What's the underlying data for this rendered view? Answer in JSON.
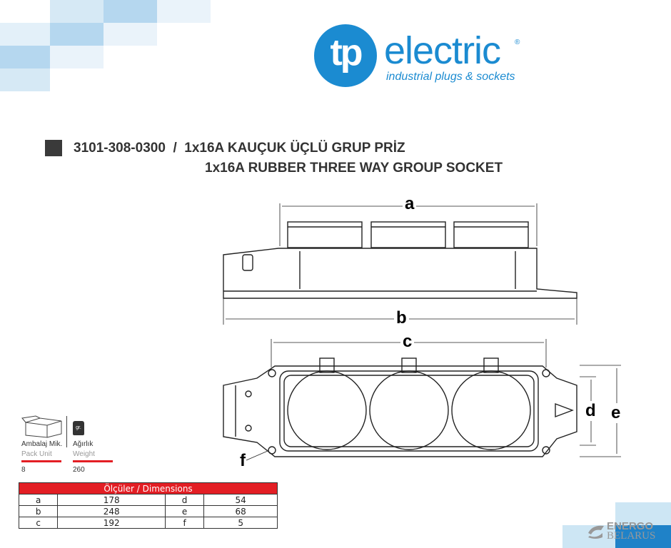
{
  "logo": {
    "mark": "tp",
    "word": "electric",
    "reg": "®",
    "tagline": "industrial plugs & sockets",
    "color": "#1b8bd1"
  },
  "title": {
    "line1": "3101-308-0300  /  1x16A KAUÇUK ÜÇLÜ GRUP PRİZ",
    "line2": "1x16A RUBBER THREE WAY GROUP SOCKET"
  },
  "drawing": {
    "labels": {
      "a": "a",
      "b": "b",
      "c": "c",
      "d": "d",
      "e": "e",
      "f": "f"
    }
  },
  "pack": {
    "label_tr": "Ambalaj Mik.",
    "label_en": "Pack Unit",
    "value": "8",
    "icon": "box-icon"
  },
  "weight": {
    "label_tr": "Ağırlık",
    "label_en": "Weight",
    "value": "260",
    "icon": "weight-icon",
    "icon_text": "gr."
  },
  "dimensions": {
    "header": "Ölçüler / Dimensions",
    "rows": [
      [
        "a",
        "178",
        "d",
        "54"
      ],
      [
        "b",
        "248",
        "e",
        "68"
      ],
      [
        "c",
        "192",
        "f",
        "5"
      ]
    ]
  },
  "watermark": {
    "line1": "ENERGO",
    "line2": "BELARUS"
  },
  "colors": {
    "accent_red": "#e31e24",
    "brand_blue": "#1b8bd1"
  }
}
